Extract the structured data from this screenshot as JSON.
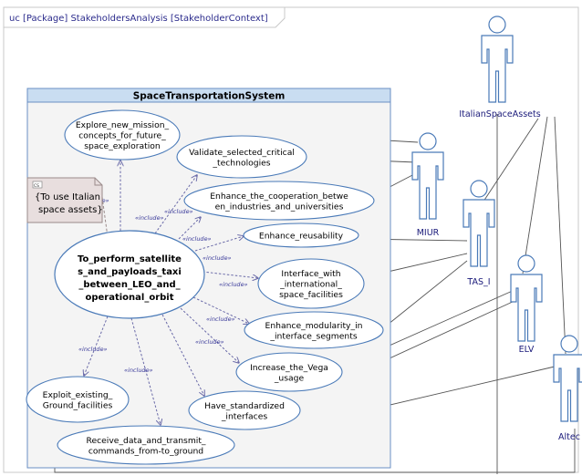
{
  "diagram_frame": {
    "title": "uc [Package] StakeholdersAnalysis [StakeholderContext]"
  },
  "system_boundary": {
    "title": "SpaceTransportationSystem"
  },
  "note": {
    "icon_text": "CS",
    "text": [
      "{To use Italian",
      "space assets}"
    ]
  },
  "main_use_case": {
    "lines": [
      "To_perform_satellite",
      "s_and_payloads_taxi",
      "_between_LEO_and_",
      "operational_orbit"
    ]
  },
  "use_cases": [
    {
      "id": "explore",
      "lines": [
        "Explore_new_mission_",
        "concepts_for_future_",
        "space_exploration"
      ]
    },
    {
      "id": "validate",
      "lines": [
        "Validate_selected_critical",
        "_technologies"
      ]
    },
    {
      "id": "cooperation",
      "lines": [
        "Enhance_the_cooperation_betwe",
        "en_industries_and_universities"
      ]
    },
    {
      "id": "reusability",
      "lines": [
        "Enhance_reusability"
      ]
    },
    {
      "id": "interface",
      "lines": [
        "Interface_with",
        "_international_",
        "space_facilities"
      ]
    },
    {
      "id": "modularity",
      "lines": [
        "Enhance_modularity_in",
        "_interface_segments"
      ]
    },
    {
      "id": "vega",
      "lines": [
        "Increase_the_Vega",
        "_usage"
      ]
    },
    {
      "id": "standardized",
      "lines": [
        "Have_standardized",
        "_interfaces"
      ]
    },
    {
      "id": "ground",
      "lines": [
        "Exploit_existing_",
        "Ground_facilities"
      ]
    },
    {
      "id": "receive",
      "lines": [
        "Receive_data_and_transmit_",
        "commands_from-to_ground"
      ]
    }
  ],
  "include_label": "«include»",
  "actors": [
    {
      "id": "italian",
      "label": "ItalianSpaceAssets"
    },
    {
      "id": "miur",
      "label": "MIUR"
    },
    {
      "id": "tas",
      "label": "TAS_I"
    },
    {
      "id": "elv",
      "label": "ELV"
    },
    {
      "id": "altec",
      "label": "Altec"
    }
  ],
  "colors": {
    "frame": "#c8c8c8",
    "boundary_fill": "#f4f4f4",
    "boundary_title_fill": "#c9ddf1",
    "usecase_fill": "#ffffff",
    "usecase_stroke": "#4a7ab8",
    "actor_stroke": "#4a7ab8",
    "association": "#555555",
    "include_arrow": "#6a6aa8",
    "note_fill": "#e8dede",
    "note_stroke": "#9a8a8a"
  }
}
